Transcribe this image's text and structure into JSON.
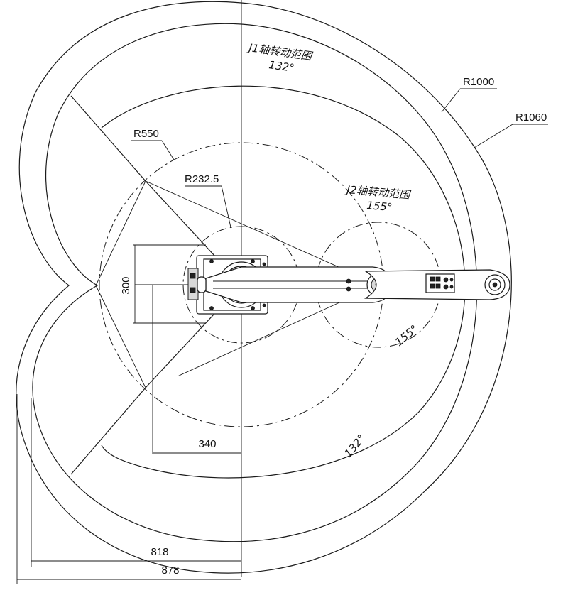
{
  "labels": {
    "j1_title": "J1轴转动范围",
    "j1_angle_top": "132°",
    "j1_angle_bottom": "132°",
    "j2_title": "J2轴转动范围",
    "j2_angle_top": "155°",
    "j2_angle_right": "155°",
    "r_outer": "R1060",
    "r_mid": "R1000",
    "r_550": "R550",
    "r_232": "R232.5",
    "dim_300": "300",
    "dim_340": "340",
    "dim_818": "818",
    "dim_878": "878"
  }
}
